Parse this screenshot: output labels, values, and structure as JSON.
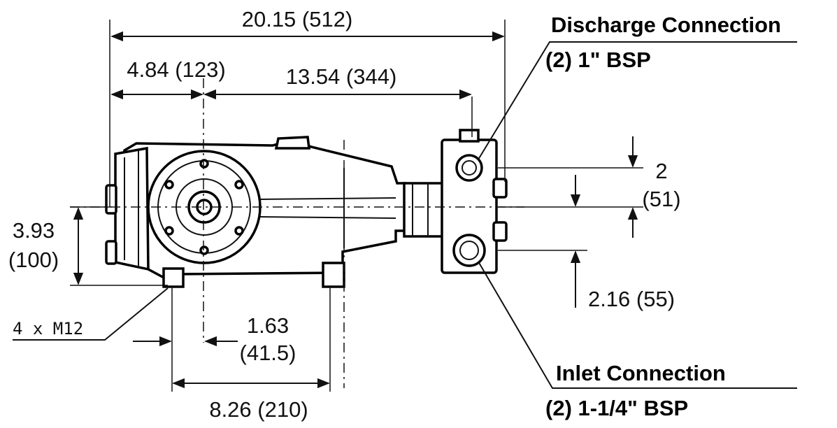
{
  "dimensions": {
    "overall_length": "20.15 (512)",
    "rear_to_shaft": "4.84 (123)",
    "shaft_to_manifold": "13.54 (344)",
    "shaft_height_in": "3.93",
    "shaft_height_mm": "(100)",
    "port_spacing_in": "2",
    "port_spacing_mm": "(51)",
    "inlet_offset": "2.16 (55)",
    "mount_offset_in": "1.63",
    "mount_offset_mm": "(41.5)",
    "mount_spacing": "8.26 (210)",
    "bolts": "4 x M12"
  },
  "connections": {
    "discharge_title": "Discharge Connection",
    "discharge_size": "(2) 1\" BSP",
    "inlet_title": "Inlet Connection",
    "inlet_size": "(2) 1-1/4\" BSP"
  }
}
